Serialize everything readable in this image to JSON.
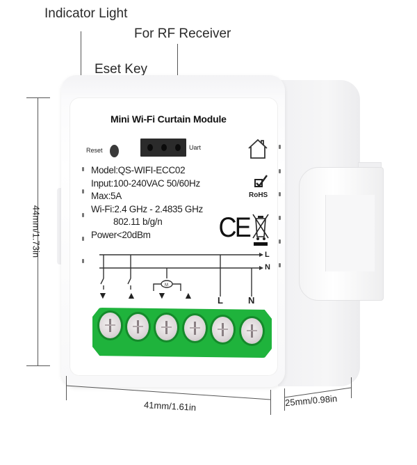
{
  "callouts": {
    "indicator_light": "Indicator Light",
    "rf_receiver": "For RF Receiver",
    "reset_key": "Eset Key"
  },
  "device": {
    "title": "Mini Wi-Fi Curtain Module",
    "reset_label": "Reset",
    "uart_label": "Uart",
    "specs": [
      "Model:QS-WIFI-ECC02",
      "Input:100-240VAC 50/60Hz",
      "Max:5A",
      "Wi-Fi:2.4 GHz - 2.4835 GHz",
      "802.11 b/g/n",
      "Power<20dBm"
    ],
    "certifications": {
      "rohs": "RoHS",
      "ce": "CE"
    },
    "icons": [
      "home-icon",
      "rohs-check-icon",
      "ce-mark-icon",
      "weee-bin-icon"
    ],
    "wiring": {
      "bus_labels": [
        "L",
        "N"
      ],
      "motor_symbol": "M",
      "terminal_labels": [
        "▼",
        "▲",
        "▼",
        "▲",
        "L",
        "N"
      ]
    },
    "terminal_color": "#1fb33c"
  },
  "dimensions": {
    "height": "44mm/1.73in",
    "width": "41mm/1.61in",
    "depth": "25mm/0.98in"
  }
}
